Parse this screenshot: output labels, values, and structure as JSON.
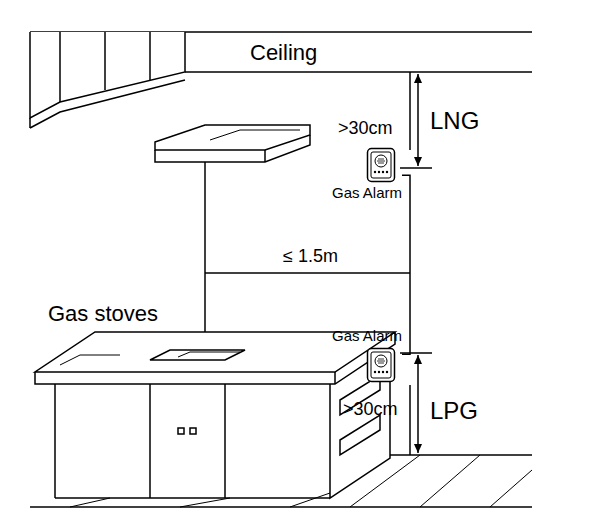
{
  "diagram": {
    "nodes": [
      {
        "text": [
          "Gas Alarm"
        ]
      },
      {
        "text": [
          "Gas Alarm"
        ]
      }
    ],
    "edges": [
      {
        "from": 0,
        "to": 1,
        "arrow": "none"
      }
    ],
    "labels": [
      "Ceiling",
      ">30cm",
      "LNG",
      "≤ 1.5m",
      "Gas stoves",
      ">30cm",
      "LPG"
    ]
  }
}
